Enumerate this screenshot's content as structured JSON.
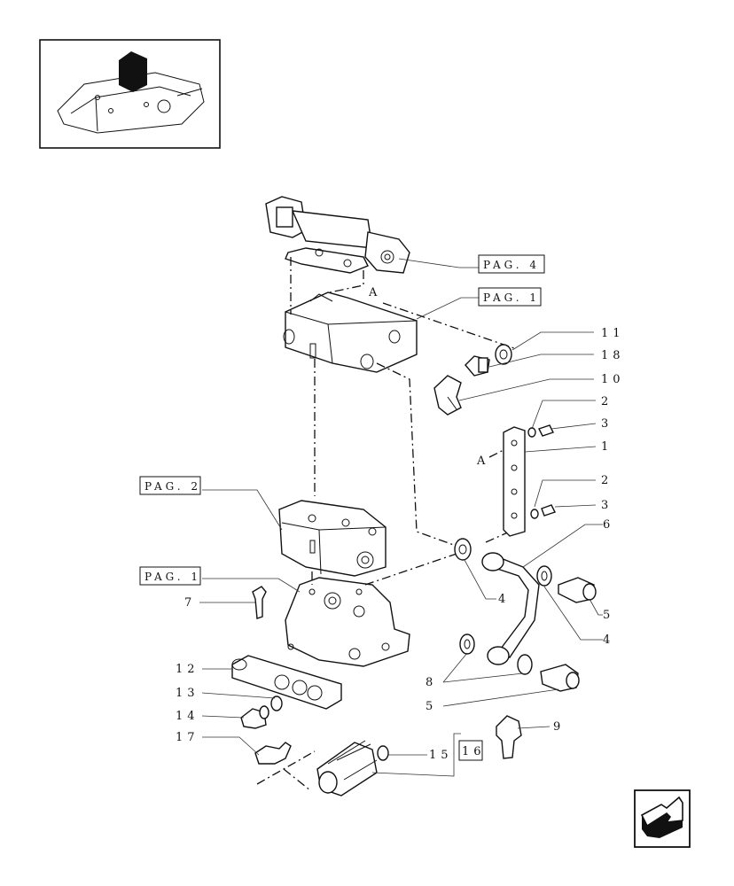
{
  "references": {
    "pag4": "PAG. 4",
    "pag1_top": "PAG. 1",
    "pag2": "PAG. 2",
    "pag1_bottom": "PAG. 1",
    "ref16": "16",
    "section_a_top": "A",
    "section_a_side": "A"
  },
  "part_numbers": {
    "p11": "11",
    "p18": "18",
    "p10": "10",
    "p2_top": "2",
    "p3_top": "3",
    "p1": "1",
    "p2_mid": "2",
    "p3_mid": "3",
    "p6": "6",
    "p4_left": "4",
    "p5_right": "5",
    "p4_right": "4",
    "p7": "7",
    "p12": "12",
    "p13": "13",
    "p14": "14",
    "p17": "17",
    "p8": "8",
    "p5_bottom": "5",
    "p9": "9",
    "p15": "15"
  },
  "icons": {
    "thumbnail": "hydraulic-lift-assembly-icon",
    "navigation": "next-page-arrow-icon"
  },
  "colors": {
    "line": "#111111",
    "background": "#ffffff"
  }
}
